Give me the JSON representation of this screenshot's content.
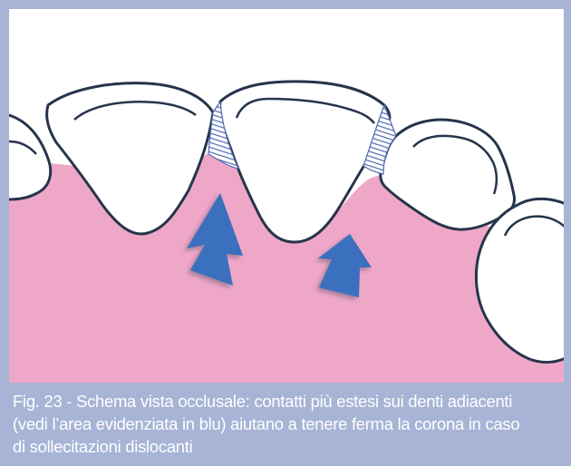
{
  "figure": {
    "caption_lines": [
      "Fig. 23 - Schema vista occlusale: contatti più estesi sui denti adiacenti",
      "(vedi l’area evidenziata in blu) aiutano a tenere ferma la corona in caso",
      "di sollecitazioni dislocanti"
    ],
    "colors": {
      "frame": "#a7b4d6",
      "gum": "#efa7c8",
      "tooth_fill": "#ffffff",
      "tooth_outline": "#26344b",
      "contact_hatch": "#4d67b2",
      "arrow": "#3a6fbe"
    },
    "elements": [
      "left-partial-tooth",
      "left-central-tooth",
      "crown",
      "right-tooth",
      "far-right-tooth",
      "gum-area",
      "hatched-contact-areas",
      "blue-arrows"
    ]
  }
}
